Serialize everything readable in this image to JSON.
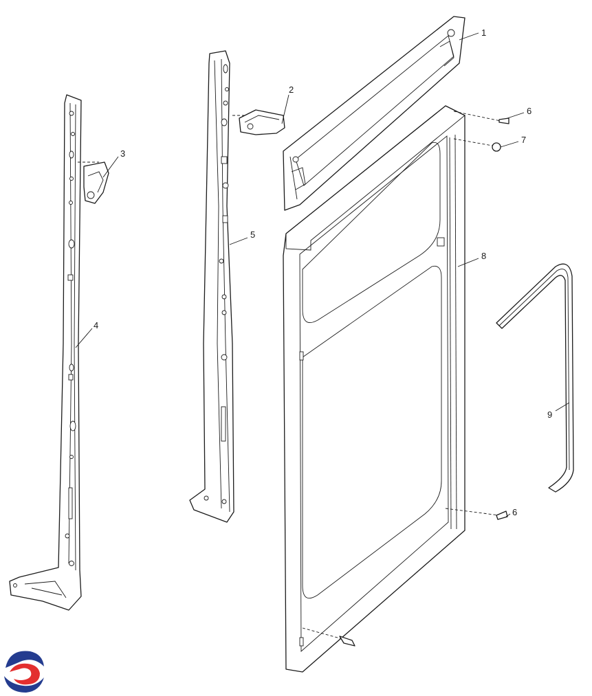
{
  "callouts": {
    "c1": "1",
    "c2": "2",
    "c3": "3",
    "c4": "4",
    "c5": "5",
    "c6a": "6",
    "c6b": "6",
    "c7": "7",
    "c8": "8",
    "c9": "9"
  },
  "colors": {
    "line": "#1a1a1a",
    "logo_red": "#e32f2f",
    "logo_blue": "#243c8f"
  },
  "icons": {
    "logo": "brand-swirl-logo"
  }
}
